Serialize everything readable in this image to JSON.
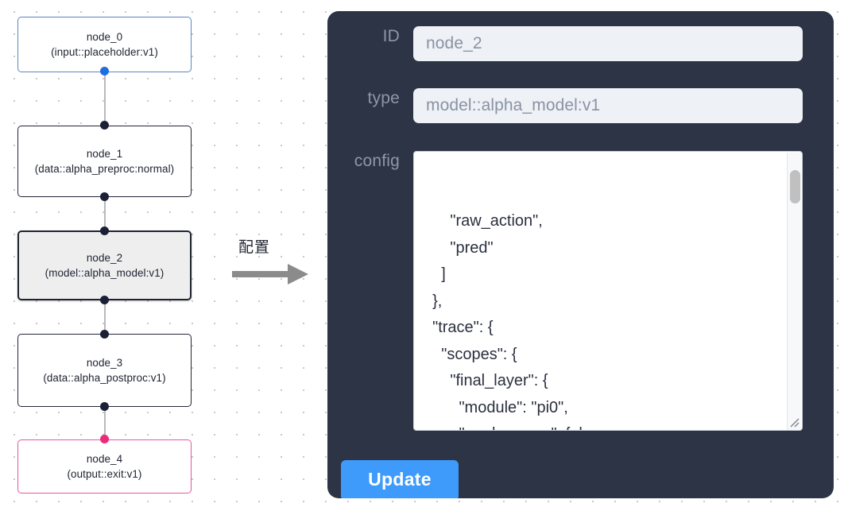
{
  "canvas": {
    "name": "node-graph-canvas",
    "grid": "dotted",
    "nodes": [
      {
        "id": "node_0",
        "title": "node_0",
        "subtitle": "(input::placeholder:v1)",
        "kind": "input",
        "selected": false,
        "border_color": "#5b86c4"
      },
      {
        "id": "node_1",
        "title": "node_1",
        "subtitle": "(data::alpha_preproc:normal)",
        "kind": "default",
        "selected": false,
        "border_color": "#222635"
      },
      {
        "id": "node_2",
        "title": "node_2",
        "subtitle": "(model::alpha_model:v1)",
        "kind": "model",
        "selected": true,
        "border_color": "#20242f"
      },
      {
        "id": "node_3",
        "title": "node_3",
        "subtitle": "(data::alpha_postproc:v1)",
        "kind": "default",
        "selected": false,
        "border_color": "#222635"
      },
      {
        "id": "node_4",
        "title": "node_4",
        "subtitle": "(output::exit:v1)",
        "kind": "output",
        "selected": false,
        "border_color": "#e8559d"
      }
    ]
  },
  "annotation": {
    "label": "配置",
    "arrow_icon": "right-arrow-icon",
    "arrow_color": "#8b8b8b"
  },
  "config_panel": {
    "background_color": "#2c3446",
    "accent_color": "#3e9bfb",
    "id_label": "ID",
    "id_value": "node_2",
    "type_label": "type",
    "type_value": "model::alpha_model:v1",
    "config_label": "config",
    "config_value": "      \"raw_action\",\n      \"pred\"\n    ]\n  },\n  \"trace\": {\n    \"scopes\": {\n      \"final_layer\": {\n        \"module\": \"pi0\",\n        \"mark_scope\": false\n      },\n      \"action_model\": {",
    "scrollbar": "vertical-scrollbar",
    "resize_grip": "resize-grip-icon",
    "update_label": "Update"
  }
}
